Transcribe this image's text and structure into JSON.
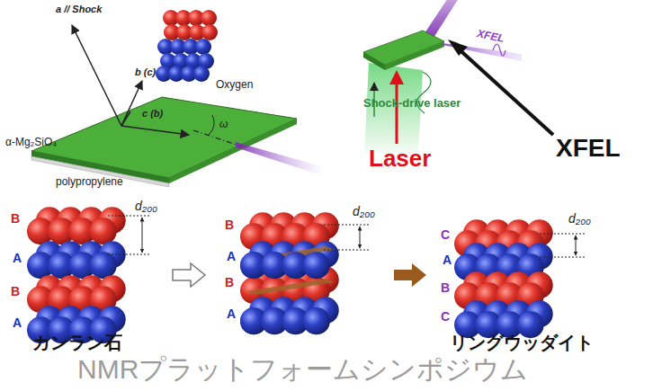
{
  "diagram": {
    "labels": [
      "a // Shock",
      "b (c)",
      "c (b)",
      "Oxygen",
      "α-Mg₂SiO₄",
      "polypropylene",
      "ω",
      "XFEL",
      "Shock-drive laser",
      "Laser",
      "XFEL",
      "B",
      "A",
      "B",
      "A",
      "d₂₀₀",
      "B",
      "A",
      "B",
      "A",
      "d₂₀₀",
      "C",
      "A",
      "B",
      "C",
      "d₂₀₀",
      "カンラン石",
      "リングウッダイト",
      "NMRプラットフォームシンポジウム"
    ]
  }
}
